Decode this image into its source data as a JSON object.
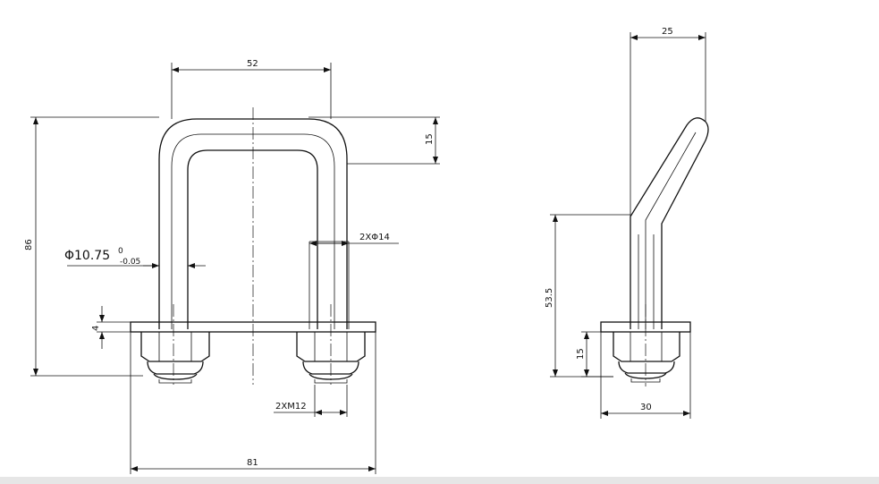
{
  "dimensions": {
    "width_inner": "52",
    "overall_height": "86",
    "top_bend": "15",
    "rod_diameter": "Φ10.75",
    "rod_tol_upper": "0",
    "rod_tol_lower": "-0.05",
    "hole_diameter": "2XΦ14",
    "plate_thickness": "4",
    "thread": "2XM12",
    "plate_width": "81",
    "side_offset": "25",
    "side_height": "53.5",
    "nut_height": "15",
    "side_width": "30"
  }
}
